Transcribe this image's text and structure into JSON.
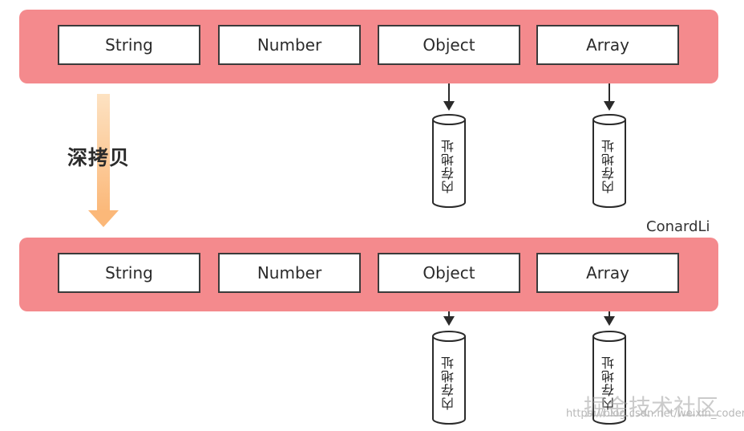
{
  "top_row": {
    "cells": [
      "String",
      "Number",
      "Object",
      "Array"
    ]
  },
  "bottom_row": {
    "cells": [
      "String",
      "Number",
      "Object",
      "Array"
    ]
  },
  "deep_copy_label": "深拷贝",
  "author": "ConardLi",
  "memory_label": "内存地址",
  "watermark": {
    "cn": "掘金技术社区",
    "url": "https://blog.csdn.net/weixin_coder"
  },
  "colors": {
    "band": "#f48a8d",
    "arrow": "#fbc88f",
    "border": "#3b3b3b"
  }
}
